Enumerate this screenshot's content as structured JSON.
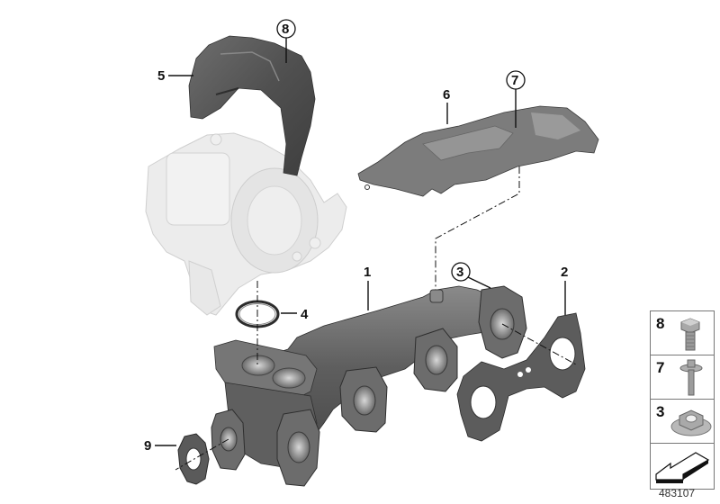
{
  "diagram": {
    "type": "exploded-parts-diagram",
    "callouts": [
      {
        "number": "1",
        "part": "exhaust-manifold",
        "circled": false
      },
      {
        "number": "2",
        "part": "manifold-gasket",
        "circled": false
      },
      {
        "number": "3",
        "part": "flange-nut",
        "circled": true
      },
      {
        "number": "4",
        "part": "sealing-ring",
        "circled": false
      },
      {
        "number": "5",
        "part": "turbo-heat-shield",
        "circled": false
      },
      {
        "number": "6",
        "part": "manifold-heat-shield",
        "circled": false
      },
      {
        "number": "7",
        "part": "shield-bolt",
        "circled": true
      },
      {
        "number": "8",
        "part": "hex-bolt",
        "circled": true
      },
      {
        "number": "9",
        "part": "egr-gasket",
        "circled": false
      }
    ]
  },
  "legend": {
    "items": [
      {
        "number": "8",
        "icon": "hex-bolt-icon"
      },
      {
        "number": "7",
        "icon": "collar-bolt-icon"
      },
      {
        "number": "3",
        "icon": "flange-nut-icon"
      },
      {
        "number": "",
        "icon": "direction-arrow-icon"
      }
    ]
  },
  "document_id": "483107",
  "colors": {
    "part_dark": "#5a5a5a",
    "part_mid": "#7a7a7a",
    "turbo_ghost": "#e6e6e6",
    "line": "#111111"
  }
}
